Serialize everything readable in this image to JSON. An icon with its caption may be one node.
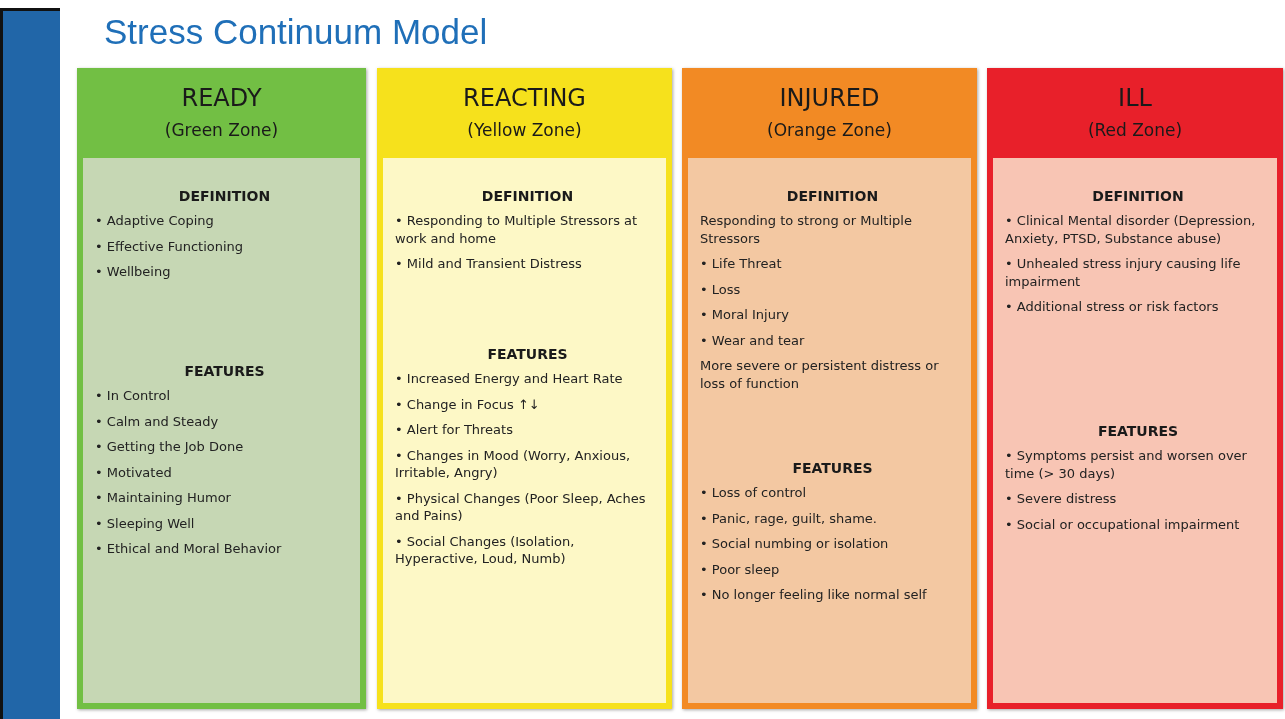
{
  "diagram": {
    "title": "Stress Continuum Model",
    "nodes": [
      {
        "text": [
          "READY",
          "(Green Zone)"
        ]
      },
      {
        "text": [
          "DEFINITION",
          "• Adaptive Coping",
          "• Effective Functioning",
          "• Wellbeing"
        ],
        "in": 0
      },
      {
        "text": [
          "FEATURES",
          "• In Control",
          "• Calm and Steady",
          "• Getting the Job Done",
          "• Motivated",
          "• Maintaining Humor",
          "• Sleeping Well",
          "• Ethical and Moral Behavior"
        ],
        "in": 0
      },
      {
        "text": [
          "REACTING",
          "(Yellow Zone)"
        ]
      },
      {
        "text": [
          "DEFINITION",
          "• Responding to Multiple Stressors at work and home",
          "• Mild and Transient Distress"
        ],
        "in": 3
      },
      {
        "text": [
          "FEATURES",
          "• Increased Energy and Heart Rate",
          "• Change in Focus ↑↓",
          "• Alert for Threats",
          "• Changes in Mood (Worry, Anxious, Irritable, Angry)",
          "• Physical Changes (Poor Sleep, Aches and Pains)",
          "• Social Changes (Isolation, Hyperactive, Loud, Numb)"
        ],
        "in": 3
      },
      {
        "text": [
          "INJURED",
          "(Orange Zone)"
        ]
      },
      {
        "text": [
          "DEFINITION",
          "Responding to strong or Multiple Stressors",
          "• Life Threat",
          "• Loss",
          "• Moral Injury",
          "• Wear and tear",
          "More severe or persistent distress or loss of function"
        ],
        "in": 6
      },
      {
        "text": [
          "FEATURES",
          "• Loss of control",
          "• Panic, rage, guilt, shame.",
          "• Social numbing or isolation",
          "• Poor sleep",
          "• No longer feeling like normal self"
        ],
        "in": 6
      },
      {
        "text": [
          "ILL",
          "(Red Zone)"
        ]
      },
      {
        "text": [
          "DEFINITION",
          "• Clinical Mental disorder (Depression, Anxiety, PTSD, Substance abuse)",
          "• Unhealed stress injury causing life impairment",
          "• Additional stress or risk factors"
        ],
        "in": 9
      },
      {
        "text": [
          "FEATURES",
          "• Symptoms persist and worsen over time (> 30 days)",
          "• Severe distress",
          "• Social or occupational impairment"
        ],
        "in": 9
      },
      {
        "text": [],
        "shape": "bar"
      }
    ]
  }
}
